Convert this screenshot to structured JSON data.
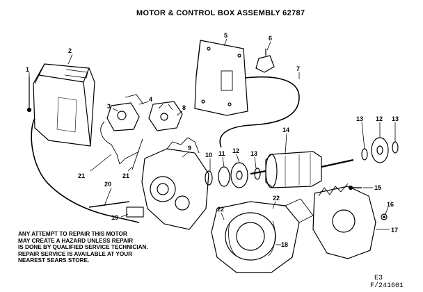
{
  "title": "MOTOR & CONTROL BOX ASSEMBLY 62787",
  "notice_lines": [
    "ANY ATTEMPT TO REPAIR THIS MOTOR",
    "MAY CREATE A HAZARD UNLESS REPAIR",
    "IS DONE BY QUALIFIED SERVICE TECHNICIAN.",
    "REPAIR SERVICE IS AVAILABLE AT YOUR",
    "NEAREST SEARS STORE."
  ],
  "codes": [
    "E3",
    "F/241601"
  ],
  "callouts": [
    "1",
    "2",
    "3",
    "4",
    "5",
    "6",
    "7",
    "8",
    "9",
    "10",
    "11",
    "12",
    "13",
    "14",
    "12",
    "13",
    "15",
    "16",
    "17",
    "18",
    "19",
    "20",
    "21",
    "21",
    "22",
    "22",
    "13"
  ],
  "colors": {
    "ink": "#000000",
    "paper": "#ffffff"
  }
}
